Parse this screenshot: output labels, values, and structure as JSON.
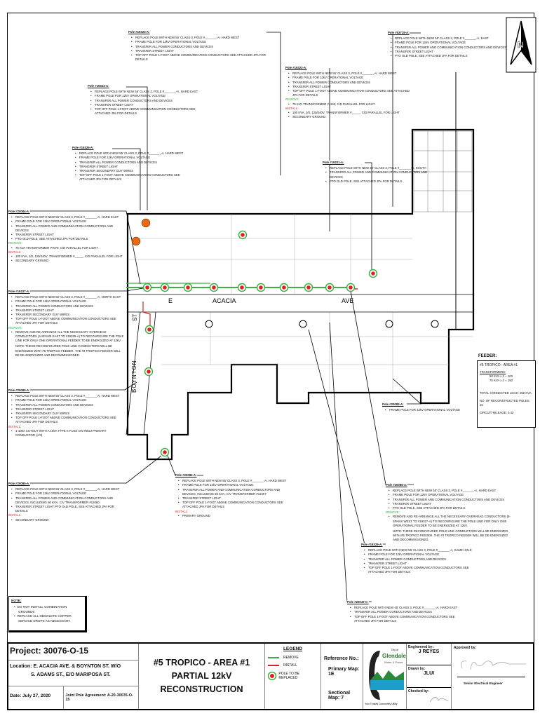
{
  "north_arrow_label": "N",
  "callouts": [
    {
      "title": "Pole #19323-A:",
      "items": [
        "REPLACE POLE WITH NEW 55' CLASS 3, POLE #_______-A, HARD WEST",
        "FRAME POLE FOR 12kV OPERATIONAL VOLTAGE",
        "TRANSFER ALL POWER CONDUCTORS AND DEVICES",
        "TRANSFER STREET LIGHT",
        "TOP OFF POLE 1-FOOT ABOVE COMMUNICATION CONDUCTORS SEE ATTACHED JPA FOR DETAILS"
      ]
    },
    {
      "title": "Pole #53719-A:",
      "items": [
        "REPLACE POLE WITH NEW 55' CLASS 3, POLE #_______-A, EAST",
        "FRAME POLE FOR 12kV OPERATIONAL VOLTAGE",
        "TRANSFER ALL POWER AND COMMUNICATION CONDUCTORS AND DEVICES",
        "TRANSFER STREET LIGHT",
        "PTO OLD POLE, SEE ATTACHED JPA FOR DETAILS"
      ]
    },
    {
      "title": "Pole #19322-A:",
      "items": [
        "REPLACE POLE WITH NEW 55' CLASS 3, POLE #_______-A, HARD WEST",
        "FRAME POLE FOR 12kV OPERATIONAL VOLTAGE",
        "TRANSFER ALL POWER CONDUCTORS AND DEVICES",
        "TRANSFER STREET LIGHT",
        "TOP OFF POLE 1-FOOT ABOVE COMMUNICATION CONDUCTORS SEE ATTACHED JPA FOR DETAILS"
      ],
      "remove_label": "REMOVE:",
      "remove": [
        "75 KVA TRANSFORMER #1193, C/D PARALLEL FOR LIGHT"
      ],
      "install_label": "INSTALL:",
      "install": [
        "100 KVA, 2/0, 120/240V, TRANSFORMER #_____, C/D PARALLEL FOR LIGHT",
        "SECONDARY GROUND"
      ]
    },
    {
      "title": "Pole #19324-A:",
      "items": [
        "REPLACE POLE WITH NEW 55' CLASS 3, POLE #_______-A, HARD EAST",
        "FRAME POLE FOR 12kV OPERATIONAL VOLTAGE",
        "TRANSFER ALL POWER CONDUCTORS AND DEVICES",
        "TRANSFER STREET LIGHT",
        "TOP OFF POLE 1-FOOT ABOVE COMMUNICATION CONDUCTORS SEE ATTACHED JPA FOR DETAILS"
      ]
    },
    {
      "title": "Pole #19325-A:",
      "items": [
        "REPLACE POLE WITH NEW 55' CLASS 3, POLE #_______-A, HARD WEST",
        "FRAME POLE FOR 12kV OPERATIONAL VOLTAGE",
        "TRANSFER ALL POWER CONDUCTORS AND DEVICES",
        "TRANSFER STREET LIGHT",
        "TRANSFER SECONDARY GUY WIRES",
        "TOP OFF POLE 1-FOOT ABOVE COMMUNICATION CONDUCTORS SEE ATTACHED JPA FOR DETAILS"
      ]
    },
    {
      "title": "Pole #19321-A:",
      "items": [
        "REPLACE POLE WITH NEW 40' CLASS 3, POLE #_______-A, SOUTH",
        "TRANSFER ALL POWER AND COMMUNICATION CONDUCTORS AND DEVICES",
        "PTO OLD POLE, SEE ATTACHED JPA FOR DETAILS"
      ]
    },
    {
      "title": "Pole #20084-A:",
      "items": [
        "REPLACE POLE WITH NEW 55' CLASS 3, POLE #_______-A, HARD EAST",
        "FRAME POLE FOR 12kV OPERATIONAL VOLTAGE",
        "TRANSFER ALL POWER AND COMMUNICATION CONDUCTORS AND DEVICES",
        "TRANSFER STREET LIGHT",
        "PTO OLD POLE, SEE ATTACHED JPA FOR DETAILS"
      ],
      "remove_label": "REMOVE:",
      "remove": [
        "75 KVA TRANSFORMER #7078, C/D PARALLEL FOR LIGHT"
      ],
      "install_label": "INSTALL:",
      "install": [
        "100 KVA, 2/0, 120/240V, TRANSFORMER #_____, C/D PARALLEL FOR LIGHT",
        "SECONDARY GROUND"
      ]
    },
    {
      "title": "Pole #19327-A:",
      "items": [
        "REPLACE POLE WITH NEW 55' CLASS 3, POLE #_______-A, NORTH EAST",
        "FRAME POLE FOR 12kV OPERATIONAL VOLTAGE",
        "TRANSFER ALL POWER CONDUCTORS AND DEVICES",
        "TRANSFER STREET LIGHT",
        "TRANSFER SECONDARY GUY WIRES",
        "TOP OFF POLE 1-FOOT ABOVE COMMUNICATION CONDUCTORS SEE ATTACHED JPA FOR DETAILS"
      ],
      "remove_label": "REMOVE:",
      "remove": [
        "REMOVE AND RE-ARRANGE ALL THE NECESSARY OVERHEAD CONDUCTORS (4-SPANS EAST TO #19329-A) TO RECONFIGURE THE POLE LINE FOR ONLY ONE OPERATIONAL FEEDER TO BE ENERGIZED AT 12kV."
      ],
      "note": "NOTE: THESE RECONFIGURED POLE LINE CONDUCTORS WILL BE ENERGIZED WITH #5 TROPICO FEEDER. THE #3 TROPICO FEEDER WILL BE DE-ENERGIZED AND DECOMMISSIONED."
    },
    {
      "title": "Pole #20080-A:",
      "items": [
        "REPLACE POLE WITH NEW 55' CLASS 3, POLE #_______-A, HARD WEST",
        "FRAME POLE FOR 12kV OPERATIONAL VOLTAGE",
        "TRANSFER ALL POWER CONDUCTORS AND DEVICES",
        "TRANSFER STREET LIGHT",
        "TRANSFER SECONDARY GUY WIRES",
        "TOP OFF POLE 1-FOOT ABOVE COMMUNICATION CONDUCTORS SEE ATTACHED JPA FOR DETAILS"
      ],
      "install_label": "INSTALL:",
      "install": [
        "1-100A CUTOUT WITH A 100A TYPE K FUSE ON #602J PRIMARY CONDUCTOR (A/II)"
      ]
    },
    {
      "title": "Pole #20083-A:",
      "items": [
        "FRAME POLE FOR 12kV OPERATIONAL VOLTAGE"
      ]
    },
    {
      "title": "Pole #20082-A:",
      "items": [
        "REPLACE POLE WITH NEW 55' CLASS 3, POLE #_______-A, HARD WEST",
        "FRAME POLE FOR 12kV OPERATIONAL VOLTAGE",
        "TRANSFER ALL POWER AND COMMUNICATION CONDUCTORS AND DEVICES, INCLUDING 50 KVA, C/V TRANSFORMER #12307",
        "TRANSFER STREET LIGHT",
        "TOP OFF POLE 1-FOOT ABOVE COMMUNICATION CONDUCTORS SEE ATTACHED JPA FOR DETAILS"
      ],
      "install_label": "INSTALL:",
      "install": [
        "PRIMARY GROUND"
      ]
    },
    {
      "title": "Pole #20085-A:",
      "items": [
        "REPLACE POLE WITH NEW 55' CLASS 3, POLE #_______-A, HARD WEST",
        "FRAME POLE FOR 12kV OPERATIONAL VOLTAGE",
        "TRANSFER ALL POWER AND COMMUNICATION CONDUCTORS AND DEVICES, INCLUDING 50 KVA, C/V TRANSFORMER #12060",
        "TRANSFER STREET LIGHT PTO OLD POLE, SEE ATTACHED JPA FOR DETAILS"
      ],
      "install_label": "INSTALL:",
      "install": [
        "SECONDARY GROUND"
      ]
    },
    {
      "title": "Pole #20086-A:",
      "items": [
        "REPLACE POLE WITH NEW 55' CLASS 3, POLE #_______-A, HARD EAST",
        "FRAME POLE FOR 12kV OPERATIONAL VOLTAGE",
        "TRANSFER ALL POWER AND COMMUNICATION CONDUCTORS AND DEVICES",
        "TRANSFER STREET LIGHT",
        "PTO OLD POLE, SEE ATTACHED JPA FOR DETAILS"
      ],
      "remove_label": "REMOVE:",
      "remove": [
        "REMOVE AND RE-ARRANGE ALL THE NECESSARY OVERHEAD CONDUCTORS (5-SPANS WEST TO #19327-A) TO RECONFIGURE THE POLE LINE FOR ONLY ONE OPERATIONAL FEEDER TO BE ENERGIZED AT 12kV."
      ],
      "note": "NOTE: THESE RECONFIGURED POLE LINE CONDUCTORS WILL BE ENERGIZED WITH #5 TROPICO FEEDER. THE #3 TROPICO FEEDER WILL BE DE-ENERGIZED AND DECOMMISSIONED."
    },
    {
      "title": "Pole #19329-A:",
      "items": [
        "REPLACE POLE WITH NEW 55' CLASS 3, POLE #_______-A, SAME HOLE",
        "FRAME POLE FOR 12kV OPERATIONAL VOLTAGE",
        "TRANSFER ALL POWER CONDUCTORS AND DEVICES",
        "TRANSFER STREET LIGHT",
        "TOP OFF POLE 1-FOOT ABOVE COMMUNICATION CONDUCTORS SEE ATTACHED JPA FOR DETAILS"
      ]
    },
    {
      "title": "Pole #20047-C:",
      "items": [
        "REPLACE POLE WITH NEW 45' CLASS 3, POLE #_______-A, HARD EAST",
        "TRANSFER ALL POWER CONDUCTORS AND DEVICES",
        "TOP OFF POLE 1-FOOT ABOVE COMMUNICATION CONDUCTORS SEE ATTACHED JPA FOR DETAILS"
      ]
    }
  ],
  "streets": {
    "acacia_e": "E",
    "acacia": "ACACIA",
    "acacia_ave": "AVE",
    "boynton": "BOYNTON",
    "boynton_st": "ST"
  },
  "feeder": {
    "label": "FEEDER:",
    "name": "#5 TROPICO - AREA #1",
    "transformers_label": "TRANSFORMERS:",
    "transformers": [
      "50 KVA x 2 = 100",
      "75 KVA x 2 = 150"
    ],
    "load": "TOTAL CONNECTED LOAD: 250 KVA",
    "poles": "NO. OF RECONSTRUCTED POLES: 15",
    "mileage": "CIRCUIT MILEAGE: 0.42"
  },
  "note": {
    "heading": "NOTE:",
    "items": [
      "DO NOT INSTALL COMBINATION GROUNDS",
      "REPLACE ALL OBSOLETE COPPER SERVICE DROPS AS NECESSARY"
    ]
  },
  "title_block": {
    "project": "Project: 30076-O-15",
    "location_1": "Location: E. ACACIA AVE. & BOYNTON ST. W/O",
    "location_2": "S. ADAMS ST., E/O MARIPOSA ST.",
    "date": "Date: July 27, 2020",
    "jpa": "Joint Pole Agreement: A-20-30076-O-15",
    "title_1": "#5 TROPICO - AREA #1",
    "title_2": "PARTIAL 12kV RECONSTRUCTION",
    "legend_heading": "LEGEND",
    "legend": [
      {
        "label": "REMOVE",
        "color": "#3cb043"
      },
      {
        "label": "INSTALL",
        "color": "#e02020"
      },
      {
        "label": "POLE TO BE REPLACED",
        "color": "#e02020"
      }
    ],
    "reference": "Reference No.:",
    "primary_map": "Primary Map: 1E",
    "sectional_map": "Sectional Map: 7",
    "logo_city": "City of",
    "logo_name": "Glendale",
    "logo_sub": "Water & Power",
    "logo_tagline": "Your Trusted Community Utility",
    "engineered_label": "Engineered by:",
    "engineered": "J REYES",
    "drawn_label": "Drawn by:",
    "drawn": "JLUI",
    "checked_label": "Checked by:",
    "approved_label": "Approved by:",
    "approver_title": "Senior Electrical Engineer"
  }
}
